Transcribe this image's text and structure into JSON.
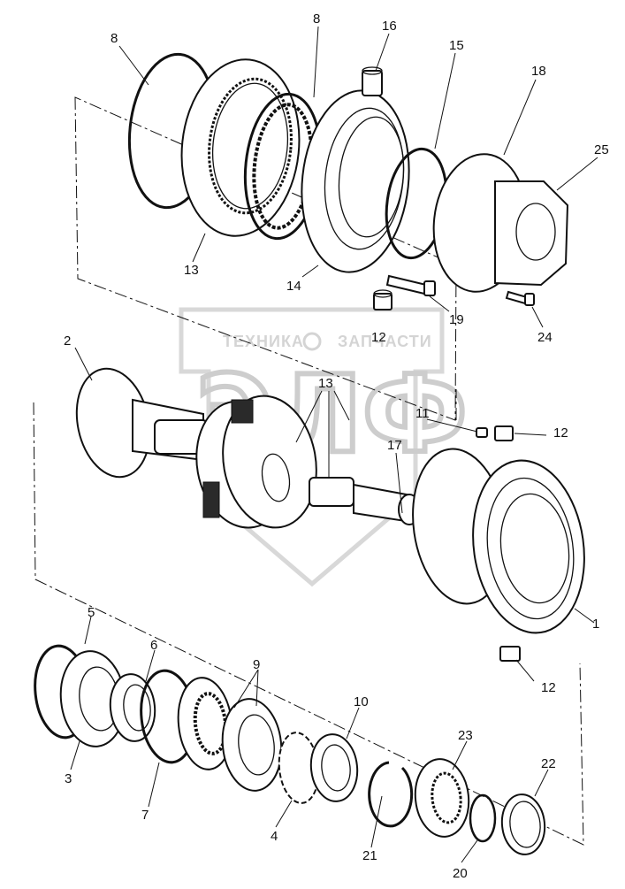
{
  "diagram": {
    "type": "exploded-parts-drawing",
    "watermark": {
      "line1": "ТЕХНИКА",
      "line2": "ЗАПЧАСТИ",
      "logo": "ЭЛФ"
    },
    "callouts": [
      {
        "id": "c8a",
        "label": "8"
      },
      {
        "id": "c8b",
        "label": "8"
      },
      {
        "id": "c16",
        "label": "16"
      },
      {
        "id": "c15",
        "label": "15"
      },
      {
        "id": "c18",
        "label": "18"
      },
      {
        "id": "c25",
        "label": "25"
      },
      {
        "id": "c13a",
        "label": "13"
      },
      {
        "id": "c14",
        "label": "14"
      },
      {
        "id": "c19",
        "label": "19"
      },
      {
        "id": "c12a",
        "label": "12"
      },
      {
        "id": "c24",
        "label": "24"
      },
      {
        "id": "c2",
        "label": "2"
      },
      {
        "id": "c13b",
        "label": "13"
      },
      {
        "id": "c11",
        "label": "11"
      },
      {
        "id": "c12b",
        "label": "12"
      },
      {
        "id": "c17",
        "label": "17"
      },
      {
        "id": "c1",
        "label": "1"
      },
      {
        "id": "c12c",
        "label": "12"
      },
      {
        "id": "c5",
        "label": "5"
      },
      {
        "id": "c6",
        "label": "6"
      },
      {
        "id": "c9",
        "label": "9"
      },
      {
        "id": "c10",
        "label": "10"
      },
      {
        "id": "c23",
        "label": "23"
      },
      {
        "id": "c22",
        "label": "22"
      },
      {
        "id": "c3",
        "label": "3"
      },
      {
        "id": "c7",
        "label": "7"
      },
      {
        "id": "c4",
        "label": "4"
      },
      {
        "id": "c21",
        "label": "21"
      },
      {
        "id": "c20",
        "label": "20"
      }
    ]
  }
}
